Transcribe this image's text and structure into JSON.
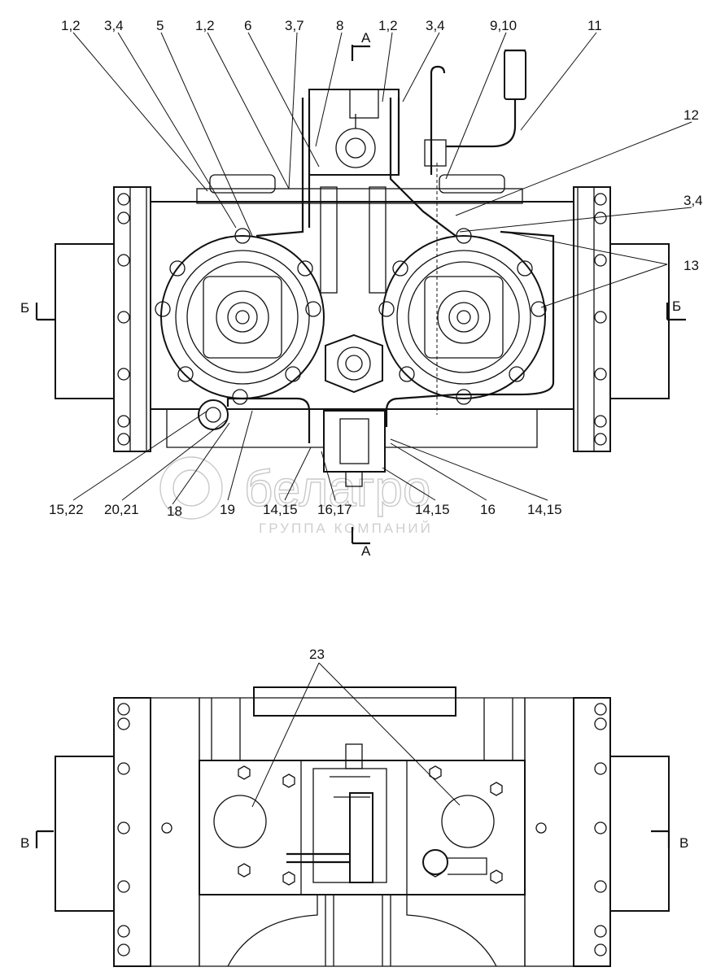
{
  "view_top": {
    "section_top": "А",
    "section_bottom": "А",
    "section_left": "Б",
    "section_right": "Б",
    "callouts_top": [
      "1,2",
      "3,4",
      "5",
      "1,2",
      "6",
      "3,7",
      "8",
      "1,2",
      "3,4",
      "9,10",
      "11"
    ],
    "callouts_right": [
      "12",
      "3,4",
      "13"
    ],
    "callouts_bottom": [
      "15,22",
      "20,21",
      "18",
      "19",
      "14,15",
      "16,17",
      "14,15",
      "16",
      "14,15"
    ]
  },
  "view_bottom": {
    "callout_top": "23",
    "section_left": "В",
    "section_right": "В"
  },
  "watermark": {
    "brand": "белагро",
    "subtitle": "ГРУППА КОМПАНИЙ"
  }
}
